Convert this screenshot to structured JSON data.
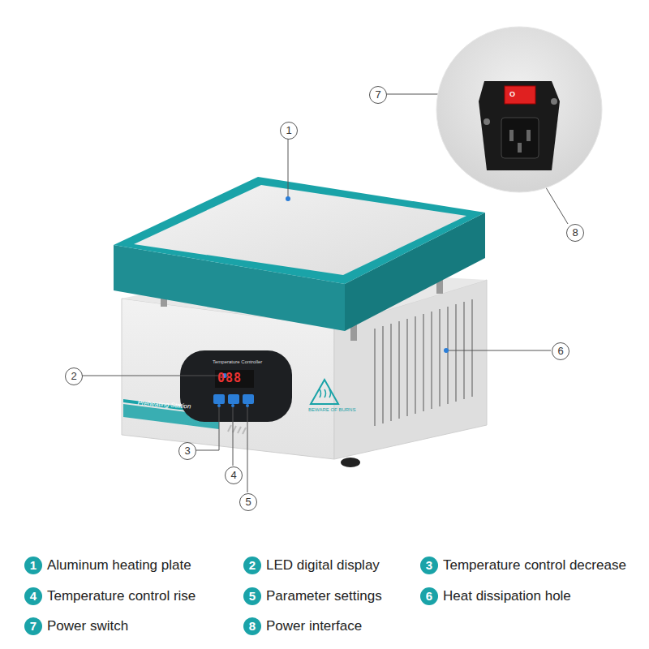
{
  "diagram": {
    "labels": [
      "1",
      "2",
      "3",
      "4",
      "5",
      "6",
      "7",
      "8",
      "Temperature Controller",
      "088",
      "Preheating Station",
      "BEWARE OF BURNS",
      "O",
      "1",
      "Aluminum heating plate",
      "2",
      "LED digital display",
      "3",
      "Temperature control decrease",
      "4",
      "Temperature control rise",
      "5",
      "Parameter settings",
      "6",
      "Heat dissipation hole",
      "7",
      "Power switch",
      "8",
      "Power interface"
    ]
  }
}
